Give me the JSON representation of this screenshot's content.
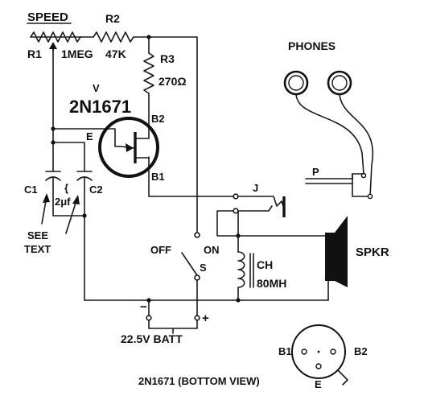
{
  "labels": {
    "speed": "SPEED",
    "r1": "R1",
    "r1_value": "1MEG",
    "r2": "R2",
    "r2_value": "47K",
    "r3": "R3",
    "r3_value": "270Ω",
    "v": "V",
    "transistor": "2N1671",
    "b2": "B2",
    "b1": "B1",
    "e": "E",
    "c1": "C1",
    "c2": "C2",
    "cap_value": "2μf",
    "see_text_1": "SEE",
    "see_text_2": "TEXT",
    "phones": "PHONES",
    "p": "P",
    "j": "J",
    "spkr": "SPKR",
    "off": "OFF",
    "on": "ON",
    "s": "S",
    "ch": "CH",
    "ch_value": "80MH",
    "minus": "−",
    "plus": "+",
    "batt": "22.5V BATT",
    "bv_b1": "B1",
    "bv_b2": "B2",
    "bv_e": "E",
    "bottom_view": "2N1671 (BOTTOM VIEW)"
  }
}
